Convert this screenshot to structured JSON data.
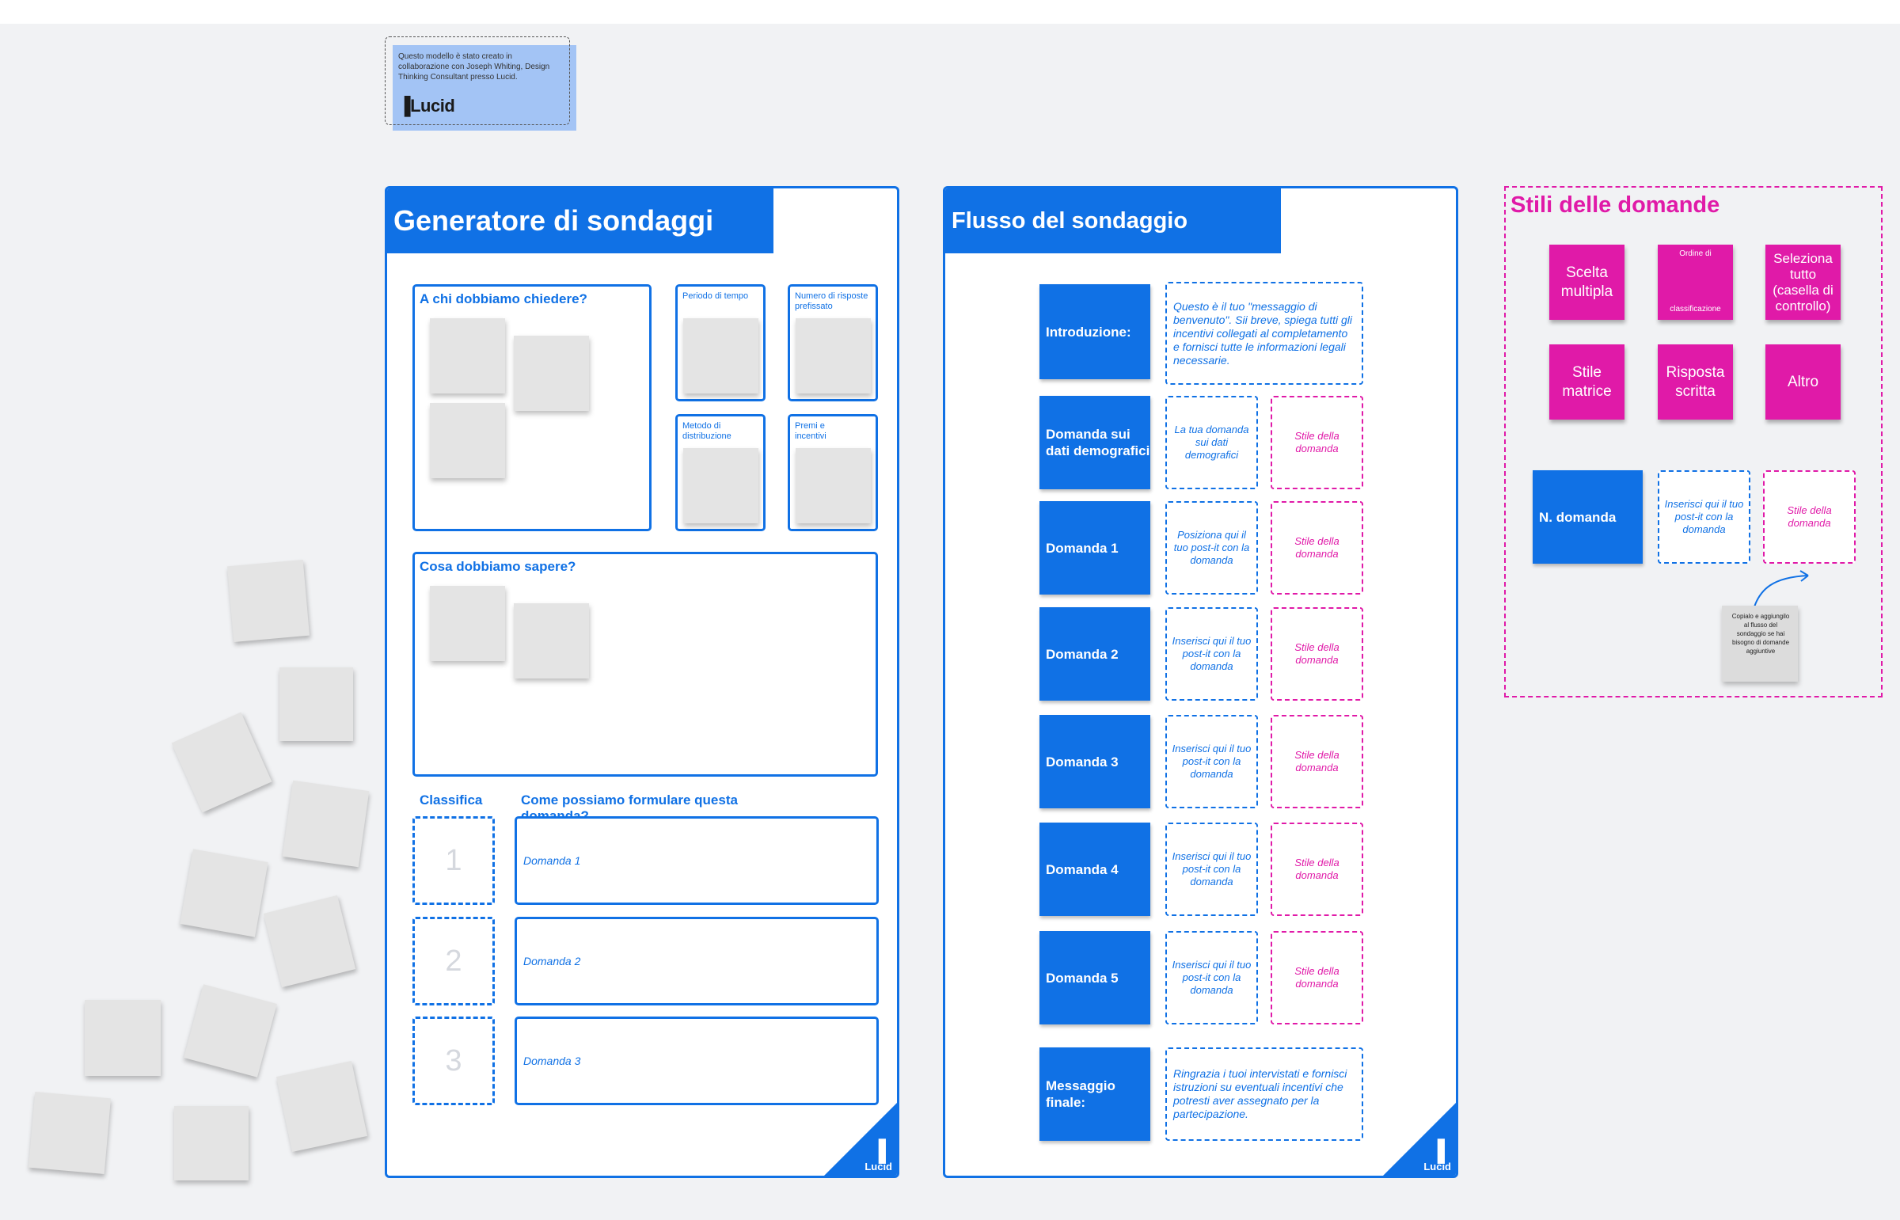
{
  "credit": {
    "text": "Questo modello è stato creato in collaborazione con Joseph Whiting, Design Thinking Consultant presso Lucid.",
    "logo": "Lucid"
  },
  "generator": {
    "title": "Generatore di sondaggi",
    "who_title": "A chi dobbiamo chiedere?",
    "period_title": "Periodo di tempo",
    "responses_title": "Numero di risposte prefissato",
    "distribution_title": "Metodo di distribuzione",
    "rewards_title": "Premi e incentivi",
    "what_title": "Cosa dobbiamo sapere?",
    "rank_header": "Classifica",
    "phrase_header": "Come possiamo formulare questa domanda?",
    "rows": [
      {
        "rank": "1",
        "question": "Domanda 1"
      },
      {
        "rank": "2",
        "question": "Domanda 2"
      },
      {
        "rank": "3",
        "question": "Domanda 3"
      }
    ],
    "logo": "Lucid"
  },
  "flow": {
    "title": "Flusso del sondaggio",
    "intro_label": "Introduzione:",
    "intro_text": "Questo è il tuo \"messaggio di benvenuto\". Sii breve, spiega tutti gli incentivi collegati al completamento e fornisci tutte le informazioni legali necessarie.",
    "rows": [
      {
        "label": "Domanda sui dati demografici",
        "question": "La tua domanda sui dati demografici",
        "style": "Stile della domanda"
      },
      {
        "label": "Domanda 1",
        "question": "Posiziona qui il tuo post-it con la domanda",
        "style": "Stile della domanda"
      },
      {
        "label": "Domanda 2",
        "question": "Inserisci qui il tuo post-it con la domanda",
        "style": "Stile della domanda"
      },
      {
        "label": "Domanda 3",
        "question": "Inserisci qui il tuo post-it con la domanda",
        "style": "Stile della domanda"
      },
      {
        "label": "Domanda 4",
        "question": "Inserisci qui il tuo post-it con la domanda",
        "style": "Stile della domanda"
      },
      {
        "label": "Domanda 5",
        "question": "Inserisci qui il tuo post-it con la domanda",
        "style": "Stile della domanda"
      }
    ],
    "final_label": "Messaggio finale:",
    "final_text": "Ringrazia i tuoi intervistati e fornisci istruzioni su eventuali incentivi che potresti aver assegnato per la partecipazione.",
    "logo": "Lucid"
  },
  "styles": {
    "title": "Stili delle domande",
    "stickies": [
      {
        "label": "Scelta multipla"
      },
      {
        "label_top": "Ordine di",
        "label_bottom": "classificazione"
      },
      {
        "label": "Seleziona tutto (casella di controllo)"
      },
      {
        "label": "Stile matrice"
      },
      {
        "label": "Risposta scritta"
      },
      {
        "label": "Altro"
      }
    ],
    "template_label": "N. domanda",
    "template_question": "Inserisci qui il tuo post-it con la domanda",
    "template_style": "Stile della domanda",
    "note": "Copialo e aggiungilo al flusso del sondaggio se hai bisogno di domande aggiuntive"
  },
  "colors": {
    "blue": "#1071e5",
    "pink": "#e01aa8",
    "canvas": "#f1f2f4",
    "sticky_grey": "#e4e4e4",
    "credit_bg": "#a3c4f5"
  }
}
